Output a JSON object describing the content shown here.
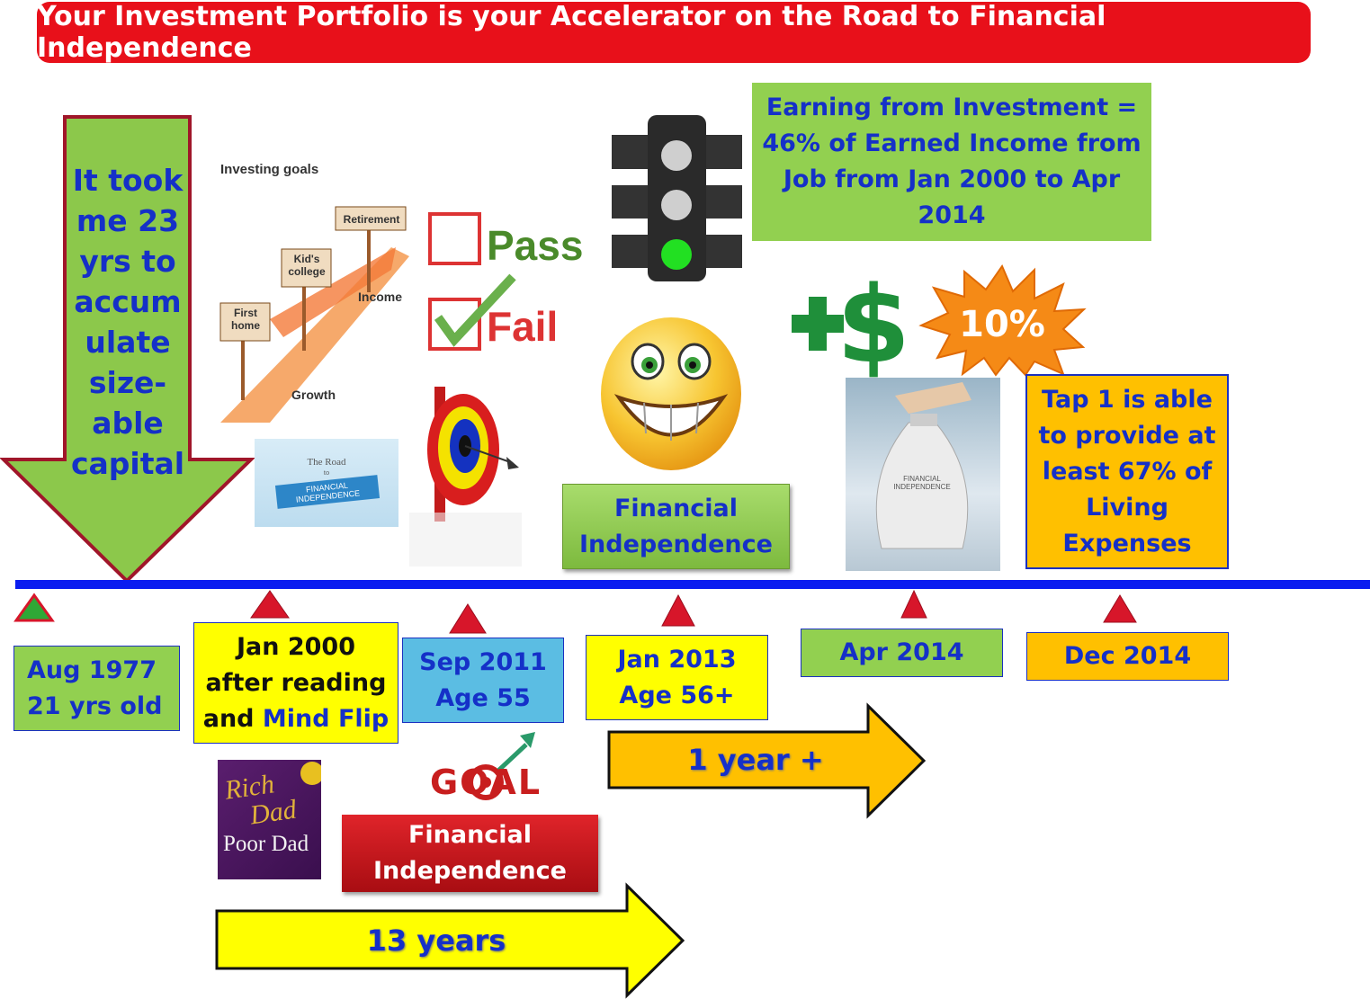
{
  "title": "Your Investment Portfolio  is your Accelerator on the Road to Financial Independence",
  "down_arrow_text": [
    "It took",
    "me 23",
    "yrs to",
    "accum",
    "ulate",
    "size-",
    "able",
    "capital"
  ],
  "investing_goals": {
    "title": "Investing goals",
    "signs": [
      "First home",
      "Kid's college",
      "Retirement"
    ],
    "axis_labels": [
      "Income",
      "Growth"
    ]
  },
  "pass_fail": {
    "pass": "Pass",
    "fail": "Fail"
  },
  "road_sign": {
    "line1": "The Road",
    "line2": "to",
    "line3": "FINANCIAL INDEPENDENCE"
  },
  "earning_box": [
    "Earning from Investment =",
    "46% of Earned Income from",
    "Job from Jan 2000 to Apr",
    "2014"
  ],
  "fi_green_label": [
    "Financial",
    "Independence"
  ],
  "tap_box": [
    "Tap 1 is able",
    "to provide at",
    "least 67% of",
    "Living",
    "Expenses"
  ],
  "badge_10": "10%",
  "money_bag_text": "FINANCIAL INDEPENDENCE",
  "goal_text": "GOAL",
  "book": {
    "line1": "Rich",
    "line2": "Dad",
    "line3": "Poor Dad"
  },
  "fi_red_label": [
    "Financial",
    "Independence"
  ],
  "timeline_boxes": {
    "aug1977": [
      "Aug 1977",
      "21 yrs old"
    ],
    "jan2000": {
      "line1": "Jan 2000",
      "line2": "after reading",
      "line3_prefix": "and ",
      "line3_highlight": "Mind Flip"
    },
    "sep2011": [
      "Sep 2011",
      "Age 55"
    ],
    "jan2013": [
      "Jan 2013",
      "Age 56+"
    ],
    "apr2014": "Apr 2014",
    "dec2014": "Dec 2014"
  },
  "arrow_one_year": "1 year +",
  "arrow_13_years": "13 years",
  "colors": {
    "title_red": "#e8101a",
    "green": "#92d050",
    "yellow": "#ffff00",
    "orange": "#ffc000",
    "cyan": "#5bbde3",
    "blue_text": "#1530c8",
    "timeline_blue": "#0a1cf0",
    "marker_red": "#d7162a"
  }
}
